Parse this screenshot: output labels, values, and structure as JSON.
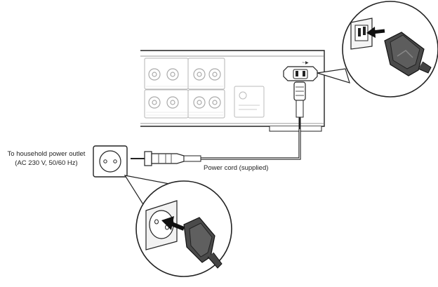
{
  "outlet_label": {
    "line1": "To household power outlet",
    "line2": "(AC 230 V, 50/60 Hz)"
  },
  "cord_label": "Power cord (supplied)",
  "colors": {
    "ink": "#1a1a1a",
    "panel_gray": "#c8c8c8",
    "plug_dark": "#333333"
  },
  "icons": {
    "outlet": "schuko-outlet-icon",
    "inlet": "ac-inlet-icon",
    "arrow": "insert-arrow-icon"
  }
}
